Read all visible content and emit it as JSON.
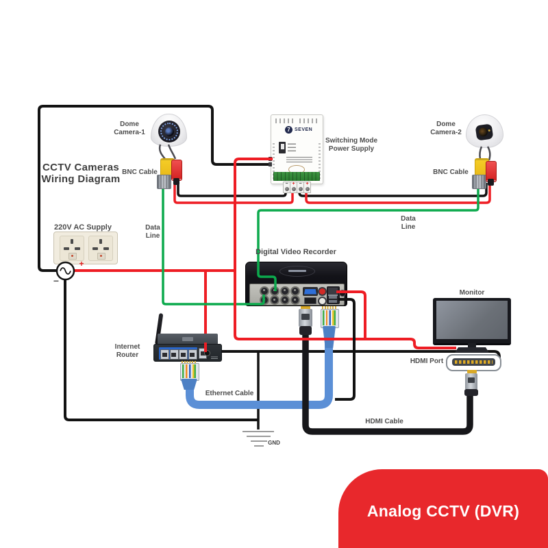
{
  "banner": {
    "label": "Analog CCTV (DVR)"
  },
  "title": {
    "line1": "CCTV Cameras",
    "line2": "Wiring Diagram"
  },
  "labels": {
    "camera1": {
      "line1": "Dome",
      "line2": "Camera-1"
    },
    "camera2": {
      "line1": "Dome",
      "line2": "Camera-2"
    },
    "bnc1": "BNC Cable",
    "bnc2": "BNC Cable",
    "psu": {
      "line1": "Switching Mode",
      "line2": "Power Supply",
      "brand": "SEVEN",
      "brand_digit": "7"
    },
    "ac": {
      "label": "220V AC Supply",
      "plus": "+",
      "minus": "−"
    },
    "data1": {
      "line1": "Data",
      "line2": "Line"
    },
    "data2": {
      "line1": "Data",
      "line2": "Line"
    },
    "dvr": "Digital Video Recorder",
    "router": {
      "line1": "Internet",
      "line2": "Router"
    },
    "monitor": "Monitor",
    "hdmi_port": "HDMI Port",
    "ethernet_cable": "Ethernet Cable",
    "hdmi_cable": "HDMI Cable",
    "gnd": "GND"
  },
  "terminals": {
    "t1": "−",
    "t2": "+",
    "t3": "−",
    "t4": "+"
  },
  "colors": {
    "wire_red": "#ee1d24",
    "wire_black": "#121212",
    "wire_green": "#0caa4d",
    "cable_blue": "#5b8fd6",
    "cable_hdmi": "#17171a",
    "gnd_gray": "#9a9a9a",
    "banner_red": "#e8282c"
  }
}
